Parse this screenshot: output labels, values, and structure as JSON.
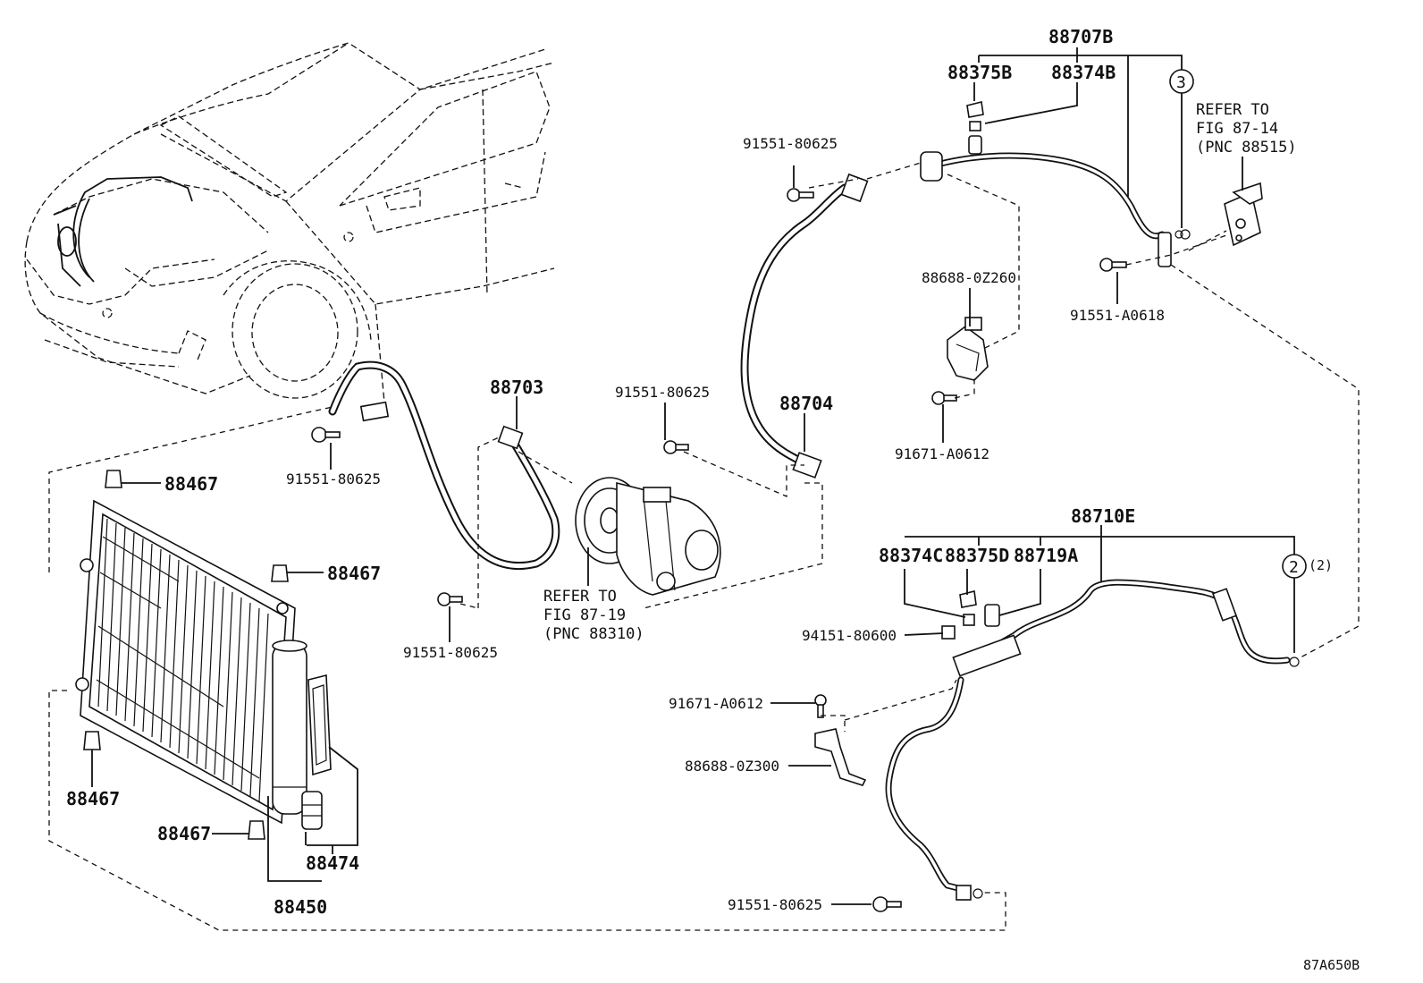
{
  "diagram_id": "87A650B",
  "labels": {
    "p88707B": "88707B",
    "p88375B": "88375B",
    "p88374B": "88374B",
    "circle3": "3",
    "refer_fig_87_14": [
      "REFER TO",
      "FIG 87-14",
      "(PNC 88515)"
    ],
    "b_80625_top": "91551-80625",
    "b_A0618": "91551-A0618",
    "p88688_0Z260": "88688-0Z260",
    "b_71_A0612_top": "91671-A0612",
    "p88703": "88703",
    "b_80625_mid": "91551-80625",
    "p88704": "88704",
    "b_80625_left": "91551-80625",
    "p88467_a": "88467",
    "p88467_b": "88467",
    "p88467_c": "88467",
    "p88467_d": "88467",
    "refer_fig_87_19": [
      "REFER TO",
      "FIG 87-19",
      "(PNC 88310)"
    ],
    "b_80625_low": "91551-80625",
    "p88710E": "88710E",
    "p88374C": "88374C",
    "p88375D": "88375D",
    "p88719A": "88719A",
    "circle2": "2",
    "circle2_qty": "(2)",
    "b_94151_80600": "94151-80600",
    "b_71_A0612_low": "91671-A0612",
    "p88688_0Z300": "88688-0Z300",
    "p88474": "88474",
    "p88450": "88450",
    "b_80625_bottom": "91551-80625"
  }
}
